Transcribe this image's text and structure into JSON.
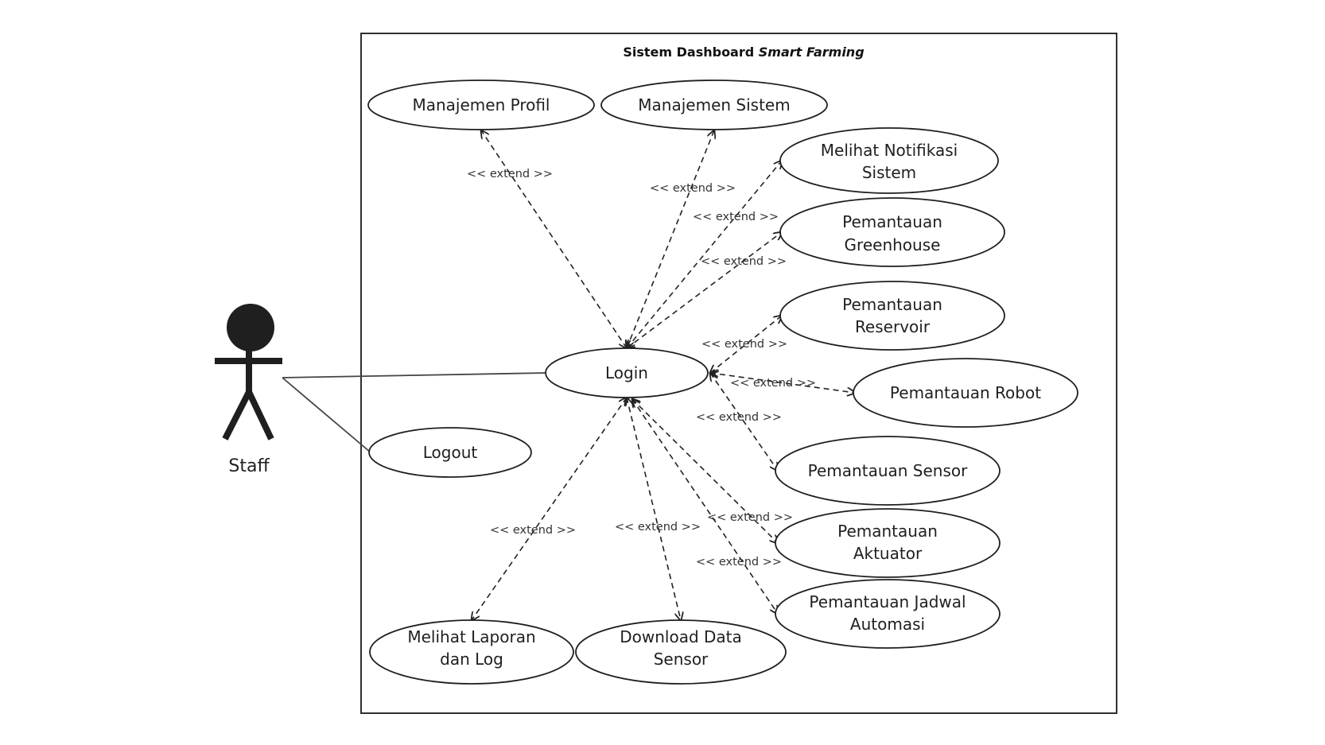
{
  "system": {
    "title_plain": "Sistem Dashboard ",
    "title_italic": "Smart Farming"
  },
  "actor": {
    "label": "Staff"
  },
  "use_cases": {
    "login": [
      "Login"
    ],
    "logout": [
      "Logout"
    ],
    "manajemen_profil": [
      "Manajemen Profil"
    ],
    "manajemen_sistem": [
      "Manajemen Sistem"
    ],
    "notifikasi": [
      "Melihat Notifikasi",
      "Sistem"
    ],
    "greenhouse": [
      "Pemantauan",
      "Greenhouse"
    ],
    "reservoir": [
      "Pemantauan",
      "Reservoir"
    ],
    "robot": [
      "Pemantauan Robot"
    ],
    "sensor": [
      "Pemantauan Sensor"
    ],
    "aktuator": [
      "Pemantauan",
      "Aktuator"
    ],
    "jadwal": [
      "Pemantauan Jadwal",
      "Automasi"
    ],
    "laporan": [
      "Melihat Laporan",
      "dan Log"
    ],
    "download": [
      "Download Data",
      "Sensor"
    ]
  },
  "relations": {
    "extend_label": "<< extend >>"
  }
}
